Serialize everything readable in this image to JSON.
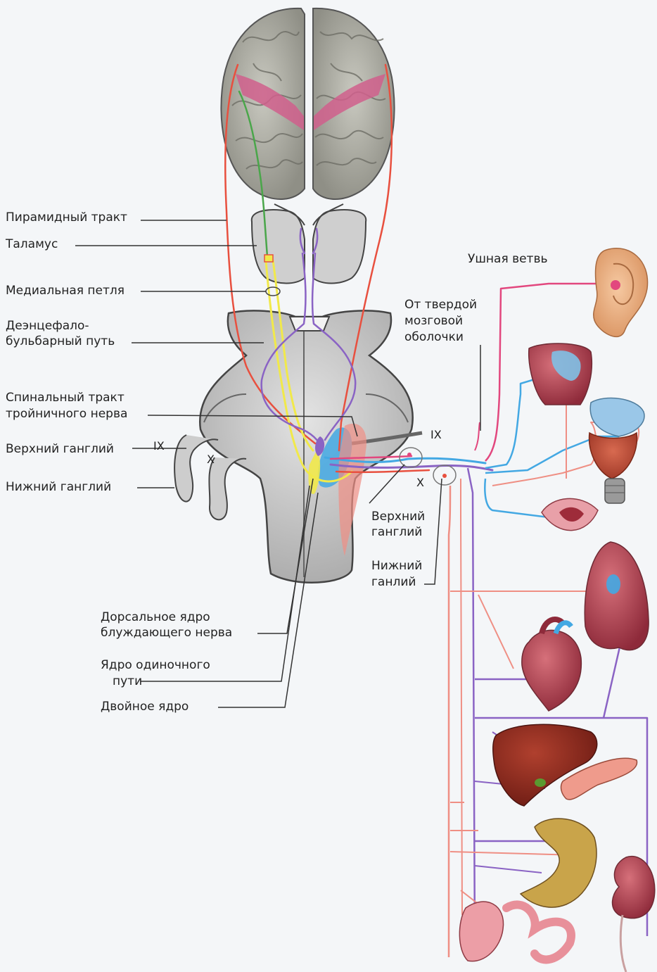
{
  "labels": {
    "pyramidal_tract": "Пирамидный тракт",
    "thalamus": "Таламус",
    "medial_lemniscus": "Медиальная петля",
    "diencephalo_bulbar_1": "Деэнцефало-",
    "diencephalo_bulbar_2": "бульбарный путь",
    "spinal_trigeminal_1": "Спинальный тракт",
    "spinal_trigeminal_2": "тройничного нерва",
    "superior_ganglion_left": "Верхний ганглий",
    "inferior_ganglion_left": "Нижний ганглий",
    "dorsal_nucleus_1": "Дорсальное ядро",
    "dorsal_nucleus_2": "блуждающего нерва",
    "solitary_nucleus_1": "Ядро одиночного",
    "solitary_nucleus_2": "пути",
    "nucleus_ambiguus": "Двойное ядро",
    "auricular_branch": "Ушная ветвь",
    "dura_1": "От твердой",
    "dura_2": "мозговой",
    "dura_3": "оболочки",
    "superior_ganglion_right_1": "Верхний",
    "superior_ganglion_right_2": "ганглий",
    "inferior_ganglion_right_1": "Нижний",
    "inferior_ganglion_right_2": "ганлий"
  },
  "nerve_numerals": {
    "ix_left": "IX",
    "x_left": "X",
    "ix_right": "IX",
    "x_right": "X"
  },
  "colors": {
    "motor": "#e8503f",
    "sensory": "#f1e94a",
    "parasympathetic": "#8a63c4",
    "visceral_sensory": "#43a8e3",
    "somatic_sensory": "#e2477e",
    "pyramidal": "#4aa64a",
    "organ_pink": "#ef8f84"
  }
}
